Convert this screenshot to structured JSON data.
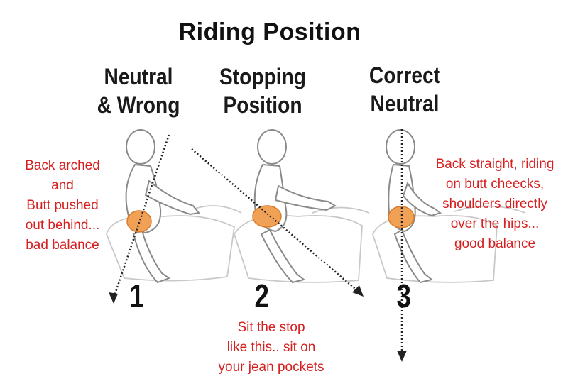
{
  "title": "Riding Position",
  "columns": [
    {
      "heading_line1": "Neutral",
      "heading_line2": "& Wrong",
      "number": "1"
    },
    {
      "heading_line1": "Stopping",
      "heading_line2": "Position",
      "number": "2"
    },
    {
      "heading_line1": "Correct",
      "heading_line2": "Neutral",
      "number": "3"
    }
  ],
  "notes": {
    "left": [
      "Back arched",
      "and",
      "Butt pushed",
      "out behind...",
      "bad balance"
    ],
    "right": [
      "Back straight, riding",
      "on butt cheecks,",
      "shoulders directly",
      "over the hips...",
      "good balance"
    ],
    "bottom": [
      "Sit the stop",
      "like this.. sit on",
      "your jean pockets"
    ]
  },
  "colors": {
    "note_text": "#d61f1f",
    "pelvis": "#f0a156"
  }
}
